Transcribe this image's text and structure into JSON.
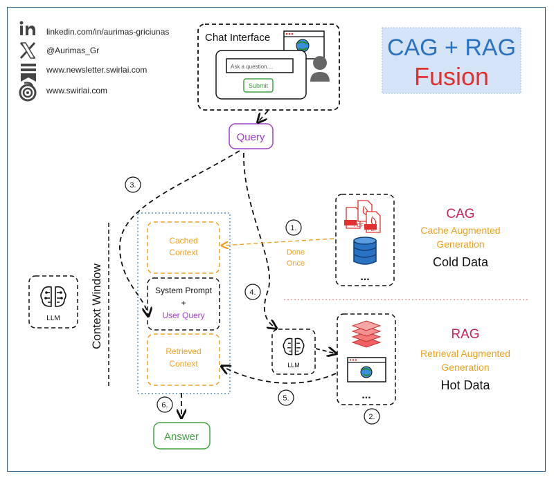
{
  "social": {
    "linkedin": "linkedin.com/in/aurimas-griciunas",
    "x": "@Aurimas_Gr",
    "newsletter": "www.newsletter.swirlai.com",
    "website": "www.swirlai.com"
  },
  "title": {
    "line1": "CAG + RAG",
    "line2": "Fusion"
  },
  "chat": {
    "title": "Chat Interface",
    "input_placeholder": "Ask a question....",
    "submit_label": "Submit"
  },
  "query_label": "Query",
  "answer_label": "Answer",
  "context": {
    "window_label": "Context Window",
    "cached_line1": "Cached",
    "cached_line2": "Context",
    "prompt_line1": "System Prompt",
    "prompt_plus": "+",
    "prompt_line2": "User Query",
    "retrieved_line1": "Retrieved",
    "retrieved_line2": "Context"
  },
  "llm_label": "LLM",
  "steps": {
    "s1": "1.",
    "s2": "2.",
    "s3": "3.",
    "s4": "4.",
    "s5": "5.",
    "s6": "6."
  },
  "done_once": {
    "line1": "Done",
    "line2": "Once"
  },
  "pdf_label": "PDF",
  "ellipsis": "...",
  "cag": {
    "title": "CAG",
    "desc1": "Cache Augmented",
    "desc2": "Generation",
    "data": "Cold Data"
  },
  "rag": {
    "title": "RAG",
    "desc1": "Retrieval Augmented",
    "desc2": "Generation",
    "data": "Hot Data"
  },
  "colors": {
    "orange": "#f0a020",
    "purple": "#a13cc9",
    "green": "#3fa33f",
    "cag_title": "#c8235a",
    "red": "#e03030",
    "blue_title": "#2a73c2",
    "frame": "#2d5b86"
  }
}
